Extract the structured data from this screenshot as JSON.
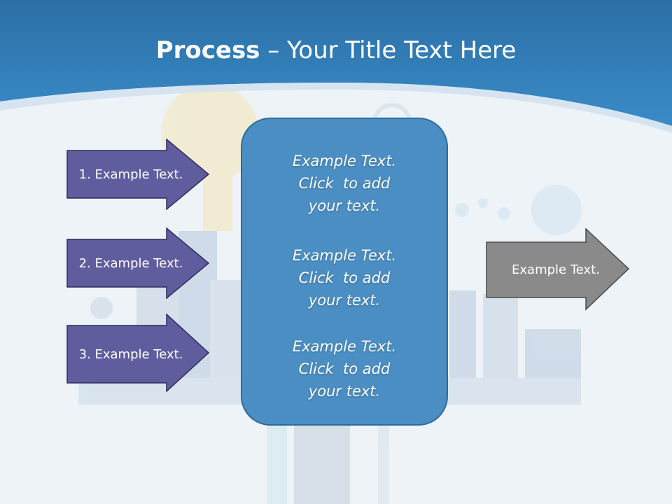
{
  "slide": {
    "title_bold": "Process",
    "title_rest": " – Your Title Text Here"
  },
  "left_arrows": [
    {
      "label": "1. Example Text."
    },
    {
      "label": "2. Example Text."
    },
    {
      "label": "3. Example Text."
    }
  ],
  "center_box": {
    "blocks": [
      {
        "lines": [
          "Example Text.",
          "Click  to add",
          "your text."
        ]
      },
      {
        "lines": [
          "Example Text.",
          "Click  to add",
          "your text."
        ]
      },
      {
        "lines": [
          "Example Text.",
          "Click  to add",
          "your text."
        ]
      }
    ]
  },
  "right_arrow": {
    "label": "Example Text."
  },
  "colors": {
    "header_blue": "#2f7dbb",
    "left_arrow_fill": "#5f5d9e",
    "center_box_fill": "#4a8ec4",
    "right_arrow_fill": "#8a8a8a"
  }
}
